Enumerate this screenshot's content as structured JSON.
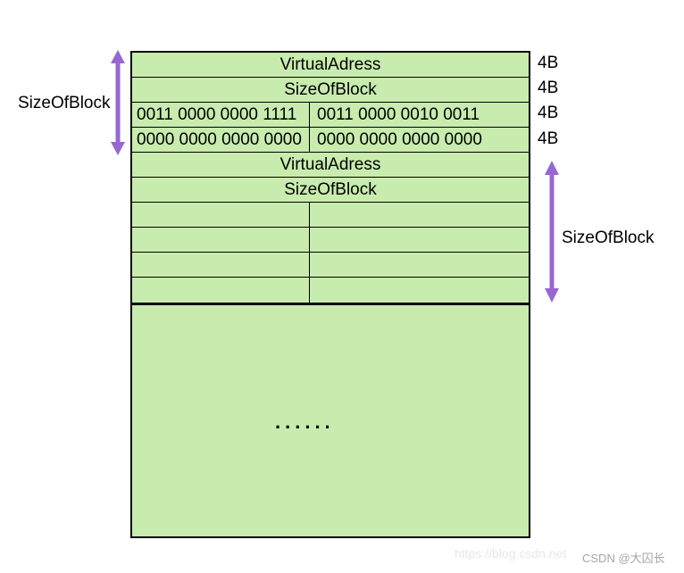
{
  "diagram": {
    "left_size_label": "SizeOfBlock",
    "right_size_label": "SizeOfBlock",
    "byte_labels": [
      "4B",
      "4B",
      "4B",
      "4B"
    ],
    "block1": {
      "virtual_address": "VirtualAdress",
      "size_of_block": "SizeOfBlock",
      "data_rows": [
        [
          "0011 0000 0000 1111",
          "0011 0000 0010 0011"
        ],
        [
          "0000 0000 0000 0000",
          "0000 0000 0000 0000"
        ]
      ]
    },
    "block2": {
      "virtual_address": "VirtualAdress",
      "size_of_block": "SizeOfBlock",
      "empty_row_count": 4
    },
    "ellipsis": "......",
    "colors": {
      "block_fill": "#c8ecae",
      "block_border": "#000000",
      "arrow": "#9768cf"
    }
  },
  "watermark": {
    "url_text": "https://blog.csdn.net",
    "credit_text": "CSDN @大囚长"
  }
}
